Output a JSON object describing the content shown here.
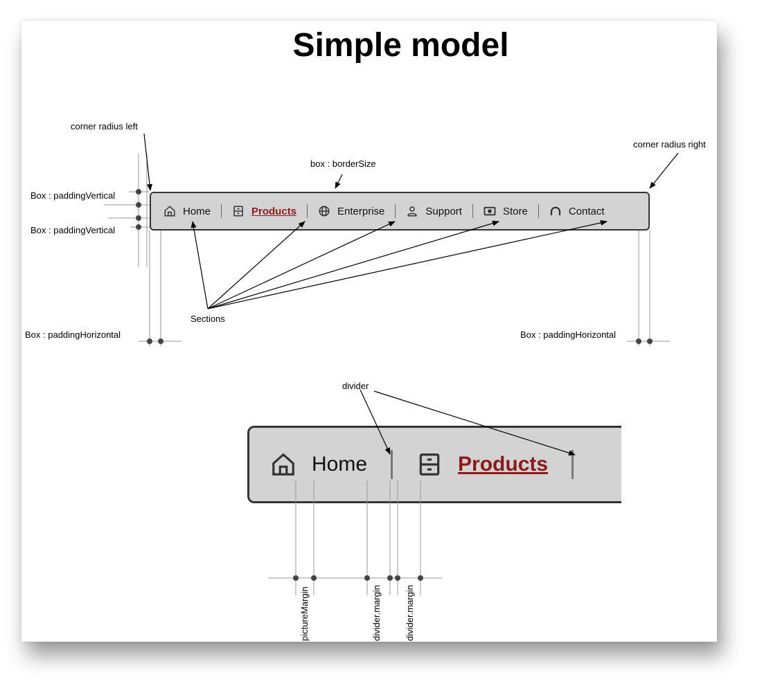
{
  "title": "Simple model",
  "annotations": {
    "corner_radius_left": "corner radius left",
    "corner_radius_right": "corner radius right",
    "border_size": "box : borderSize",
    "padding_vertical": "Box : paddingVertical",
    "padding_horizontal": "Box : paddingHorizontal",
    "sections": "Sections",
    "divider": "divider",
    "picture_margin": "pictureMargin",
    "divider_margin": "divider.margin"
  },
  "nav": {
    "items": [
      {
        "label": "Home",
        "icon": "home-icon",
        "active": false
      },
      {
        "label": "Products",
        "icon": "drawer-icon",
        "active": true
      },
      {
        "label": "Enterprise",
        "icon": "globe-icon",
        "active": false
      },
      {
        "label": "Support",
        "icon": "person-icon",
        "active": false
      },
      {
        "label": "Store",
        "icon": "banknote-icon",
        "active": false
      },
      {
        "label": "Contact",
        "icon": "headphones-icon",
        "active": false
      }
    ]
  },
  "colors": {
    "nav_background": "#d3d3d3",
    "nav_border": "#333333",
    "active_text": "#8b1a1a",
    "annotation_line": "#888888",
    "dot": "#444444"
  }
}
